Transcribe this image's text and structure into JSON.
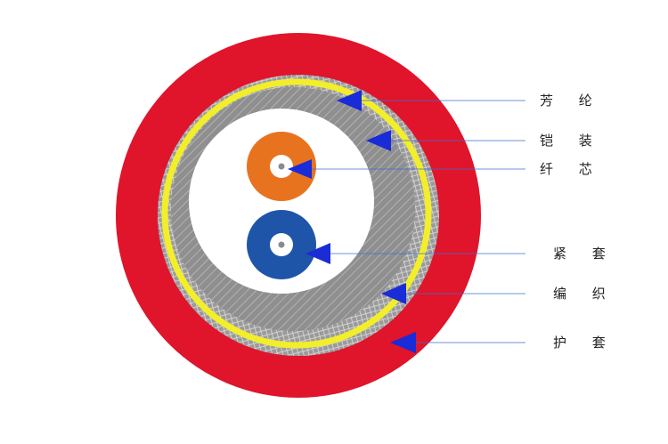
{
  "colors": {
    "outer_jacket": "#e0142b",
    "braid": "#9a9a9a",
    "braid_pattern": "#d8d8d8",
    "aramid": "#f2ee2a",
    "armor": "#8f8f8f",
    "armor_pattern": "#c9c9c9",
    "inner_core": "#ffffff",
    "fiber_orange": "#e8731f",
    "fiber_blue": "#1f55a8",
    "fiber_center": "#ffffff",
    "fiber_dot": "#8a8a8a",
    "pointer": "#1a2bd8",
    "leader_line": "#3a6fd0"
  },
  "labels": [
    {
      "id": "aramid",
      "text": "芳 纶"
    },
    {
      "id": "armor",
      "text": "铠 装"
    },
    {
      "id": "fiber-core",
      "text": "纤 芯"
    },
    {
      "id": "tight-buffer",
      "text": "紧 套"
    },
    {
      "id": "braid",
      "text": "编 织"
    },
    {
      "id": "jacket",
      "text": "护 套"
    }
  ]
}
